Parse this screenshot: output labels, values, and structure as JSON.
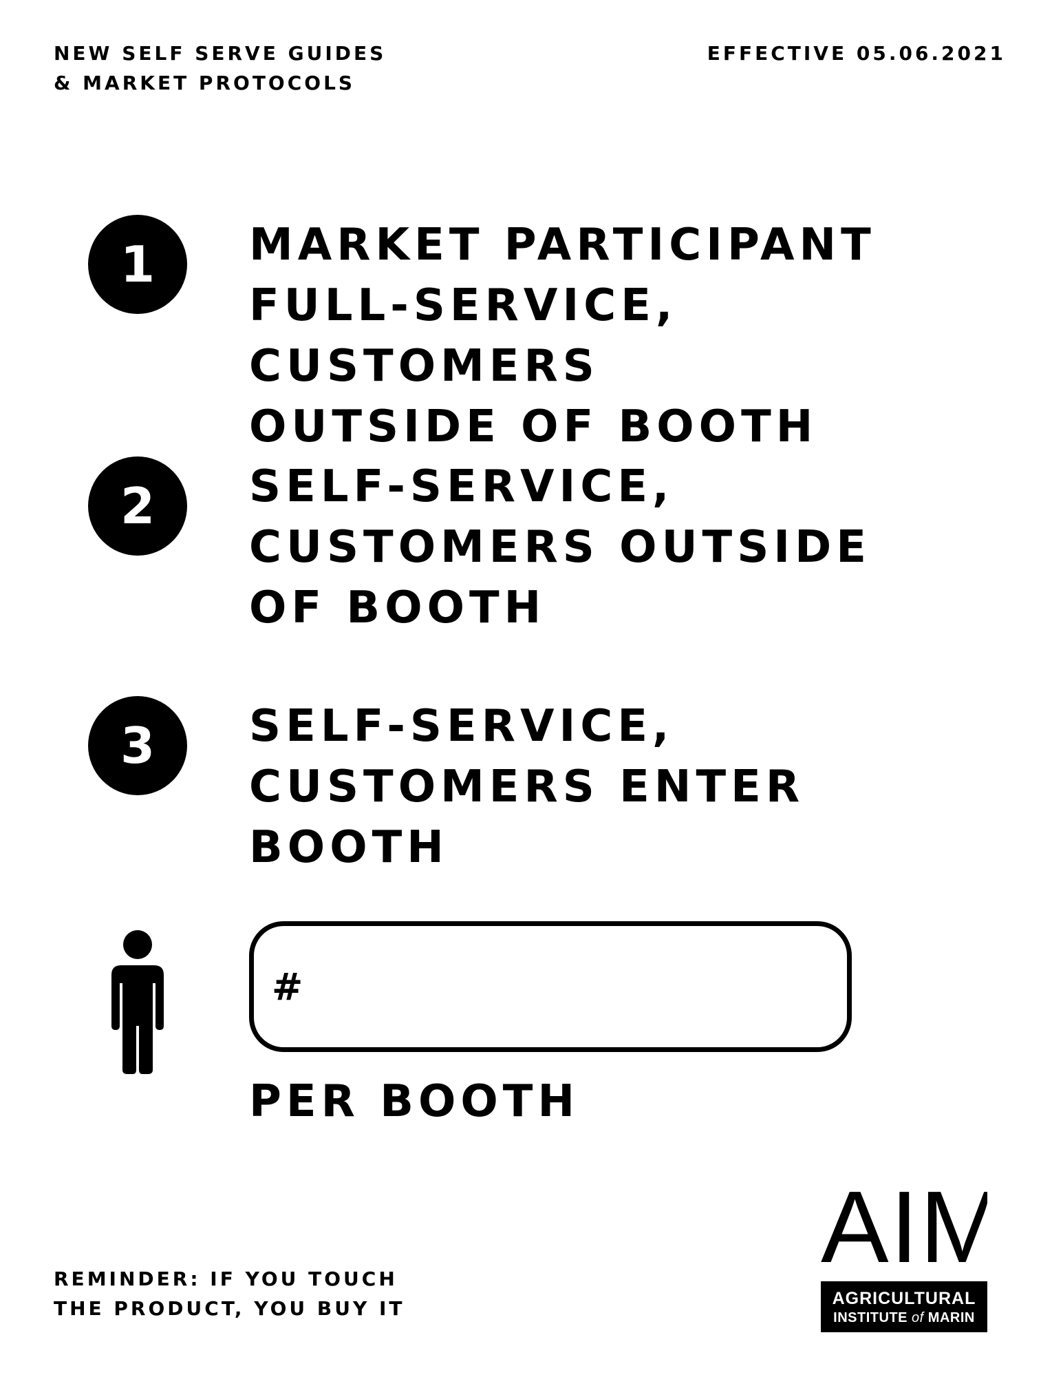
{
  "header": {
    "title": "NEW SELF SERVE GUIDES\n& MARKET PROTOCOLS",
    "effective": "EFFECTIVE 05.06.2021"
  },
  "steps": [
    {
      "number": "1",
      "text": "MARKET PARTICIPANT\nFULL-SERVICE, CUSTOMERS\nOUTSIDE OF BOOTH"
    },
    {
      "number": "2",
      "text": "SELF-SERVICE,\nCUSTOMERS OUTSIDE\nOF BOOTH"
    },
    {
      "number": "3",
      "text": "SELF-SERVICE,\nCUSTOMERS ENTER\nBOOTH"
    }
  ],
  "occupancy": {
    "icon": "person-icon",
    "field_label": "#",
    "caption": "PER BOOTH"
  },
  "footer": {
    "reminder": "REMINDER: IF YOU TOUCH\nTHE PRODUCT, YOU BUY IT"
  },
  "logo": {
    "mark": "AIM",
    "line1": "AGRICULTURAL",
    "line2_a": "INSTITUTE ",
    "line2_of": "of",
    "line2_b": " MARIN"
  },
  "colors": {
    "ink": "#000000",
    "paper": "#ffffff"
  }
}
